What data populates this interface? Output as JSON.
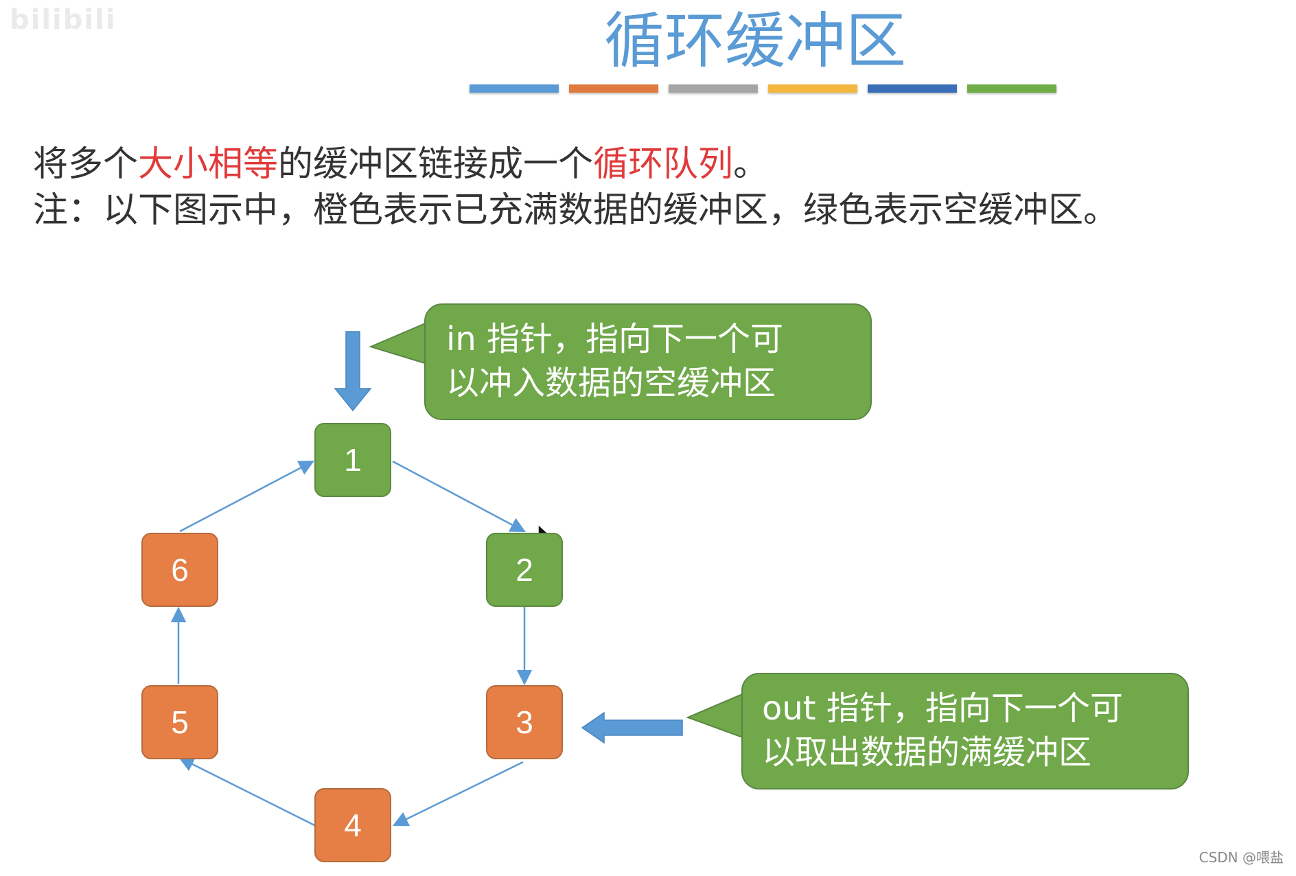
{
  "logo_text": "bilibili",
  "title": "循环缓冲区",
  "divider_colors": [
    "#5b9bd5",
    "#e07b3f",
    "#a5a5a5",
    "#f2b73c",
    "#3a6fb8",
    "#71ad47"
  ],
  "description": {
    "line1": {
      "part1": "将多个",
      "highlight1": "大小相等",
      "part2": "的缓冲区链接成一个",
      "highlight2": "循环队列",
      "part3": "。"
    },
    "line2": "注：以下图示中，橙色表示已充满数据的缓冲区，绿色表示空缓冲区。"
  },
  "colors": {
    "title": "#5b9bd5",
    "highlight": "#e03a3a",
    "empty_buffer": "#70a84a",
    "full_buffer": "#e57f45",
    "arrow": "#5b9bd5"
  },
  "buffers": [
    {
      "label": "1",
      "state": "empty"
    },
    {
      "label": "2",
      "state": "empty"
    },
    {
      "label": "3",
      "state": "full"
    },
    {
      "label": "4",
      "state": "full"
    },
    {
      "label": "5",
      "state": "full"
    },
    {
      "label": "6",
      "state": "full"
    }
  ],
  "callouts": {
    "in": {
      "line1": "in 指针，指向下一个可",
      "line2": "以冲入数据的空缓冲区"
    },
    "out": {
      "line1": "out 指针，指向下一个可",
      "line2": "以取出数据的满缓冲区"
    }
  },
  "watermark": "CSDN @喂盐"
}
